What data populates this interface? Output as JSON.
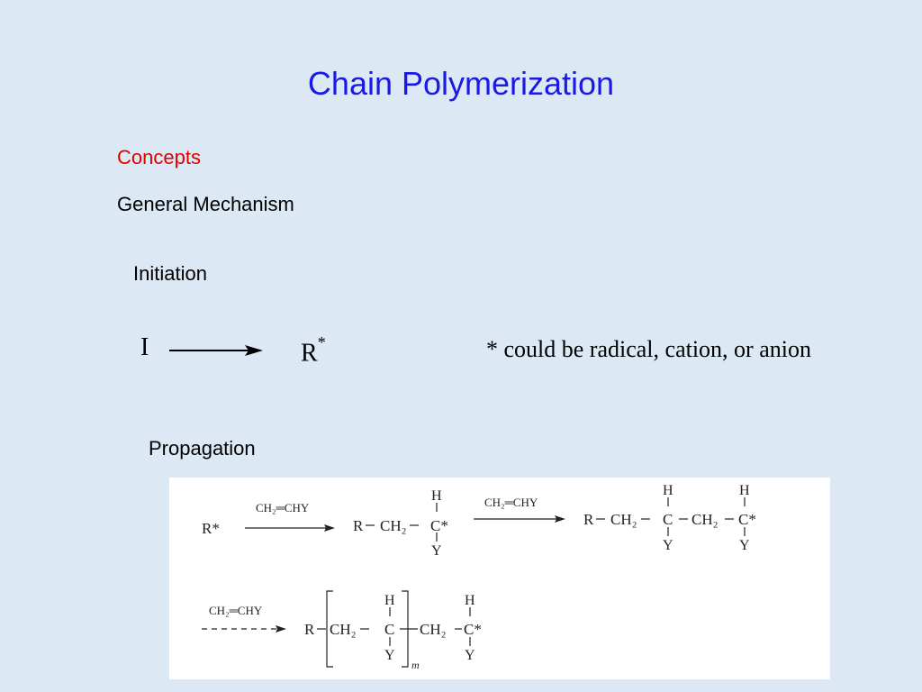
{
  "slide": {
    "title": "Chain Polymerization",
    "concepts": "Concepts",
    "mechanism": "General Mechanism",
    "initiation": "Initiation",
    "propagation": "Propagation"
  },
  "initiation_eq": {
    "reactant": "I",
    "product": "R",
    "product_sup": "*",
    "note": "*  could be radical, cation, or anion"
  },
  "propagation_scheme": {
    "start": "R*",
    "monomer": "CH₂═CHY",
    "R": "R",
    "CH2": "CH₂",
    "C": "C",
    "Cstar": "C*",
    "H": "H",
    "Y": "Y",
    "m": "m"
  },
  "colors": {
    "background": "#dce9f5",
    "title": "#1a1ae6",
    "accent": "#e00000"
  }
}
